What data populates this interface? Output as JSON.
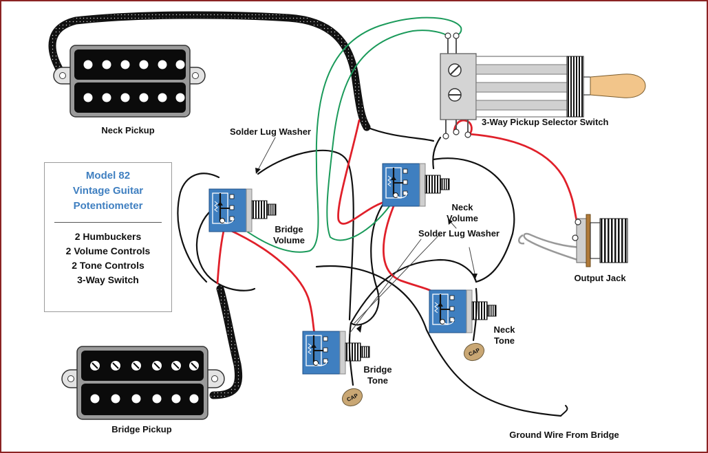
{
  "labels": {
    "neck_pickup": "Neck Pickup",
    "bridge_pickup": "Bridge Pickup",
    "solder_washer_1": "Solder Lug Washer",
    "solder_washer_2": "Solder Lug Washer",
    "switch": "3-Way Pickup Selector Switch",
    "bridge_volume_l1": "Bridge",
    "bridge_volume_l2": "Volume",
    "neck_volume_l1": "Neck",
    "neck_volume_l2": "Volume",
    "bridge_tone_l1": "Bridge",
    "bridge_tone_l2": "Tone",
    "neck_tone_l1": "Neck",
    "neck_tone_l2": "Tone",
    "output_jack": "Output Jack",
    "ground_wire": "Ground Wire From Bridge",
    "cap": "CAP"
  },
  "info_box": {
    "title": [
      "Model 82",
      "Vintage Guitar",
      "Potentiometer"
    ],
    "items": [
      "2 Humbuckers",
      "2 Volume Controls",
      "2 Tone Controls",
      "3-Way Switch"
    ]
  },
  "colors": {
    "border": "#8b2323",
    "pot_body": "#3f7fc0",
    "hot_wire": "#e0202a",
    "green_wire": "#1a9a5a",
    "title_blue": "#3f7fc0",
    "cap": "#c9a774"
  }
}
